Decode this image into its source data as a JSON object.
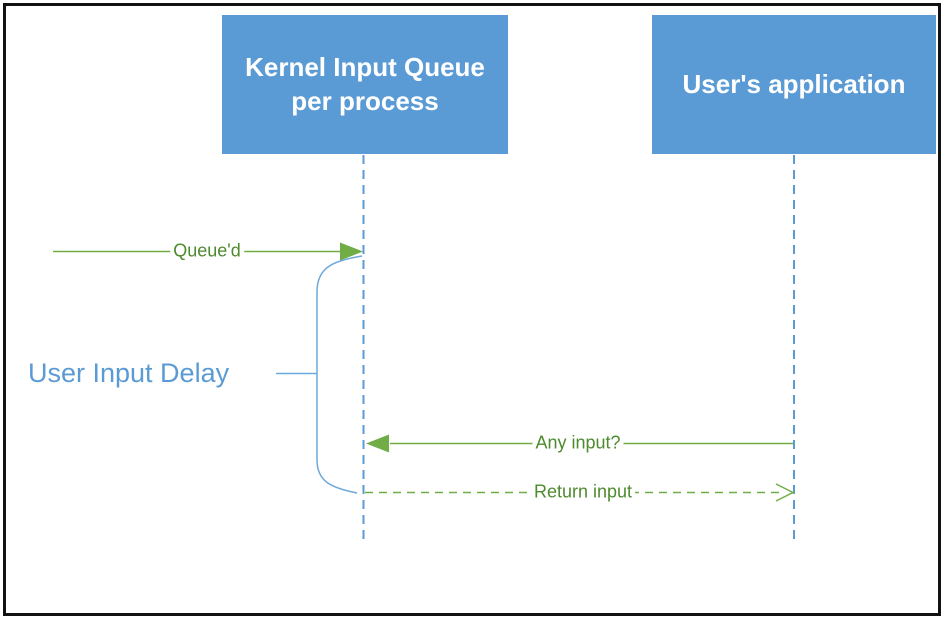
{
  "diagram": {
    "type": "sequence-diagram",
    "lifelines": [
      {
        "id": "kernel-input-queue",
        "lines": [
          "Kernel Input Queue",
          "per process"
        ]
      },
      {
        "id": "users-application",
        "lines": [
          "User's application"
        ]
      }
    ],
    "messages": [
      {
        "label": "Queue'd",
        "style": "solid",
        "direction": "right",
        "from": "external",
        "to": "kernel-input-queue"
      },
      {
        "label": "Any input?",
        "style": "solid",
        "direction": "left",
        "from": "users-application",
        "to": "kernel-input-queue"
      },
      {
        "label": "Return input",
        "style": "dashed",
        "direction": "right",
        "from": "kernel-input-queue",
        "to": "users-application"
      }
    ],
    "annotations": [
      {
        "type": "brace",
        "label": "User Input Delay"
      }
    ]
  },
  "colors": {
    "accent-blue": "#5B9BD5",
    "brace-blue": "#6FA8DC",
    "line-green": "#70AD47",
    "text-green": "#4E8A2E",
    "frame-border": "#121212"
  }
}
